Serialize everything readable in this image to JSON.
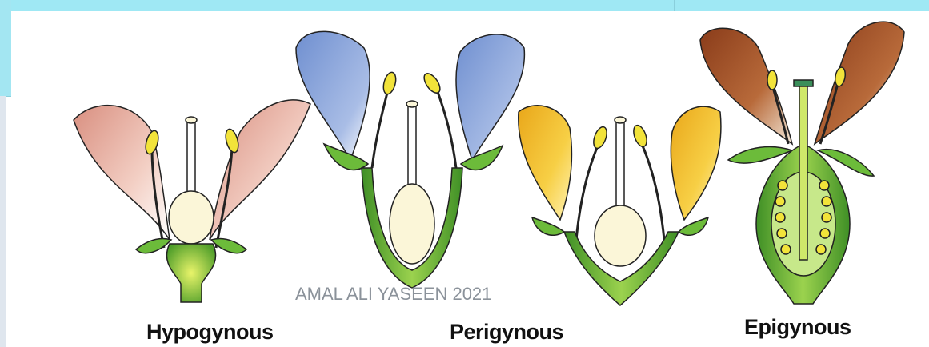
{
  "labels": {
    "hypogynous": "Hypogynous",
    "perigynous": "Perigynous",
    "epigynous": "Epigynous"
  },
  "watermark": "AMAL ALI YASEEN 2021",
  "colors": {
    "hypogynous_petal": "#e8b3a6",
    "perigynous_petal": "#8ea8dc",
    "perigynous2_petal": "#f2c23a",
    "epigynous_petal": "#a0522d",
    "receptacle": "#7cc24a",
    "ovary": "#fbf6d8",
    "anther": "#f2e33a"
  }
}
